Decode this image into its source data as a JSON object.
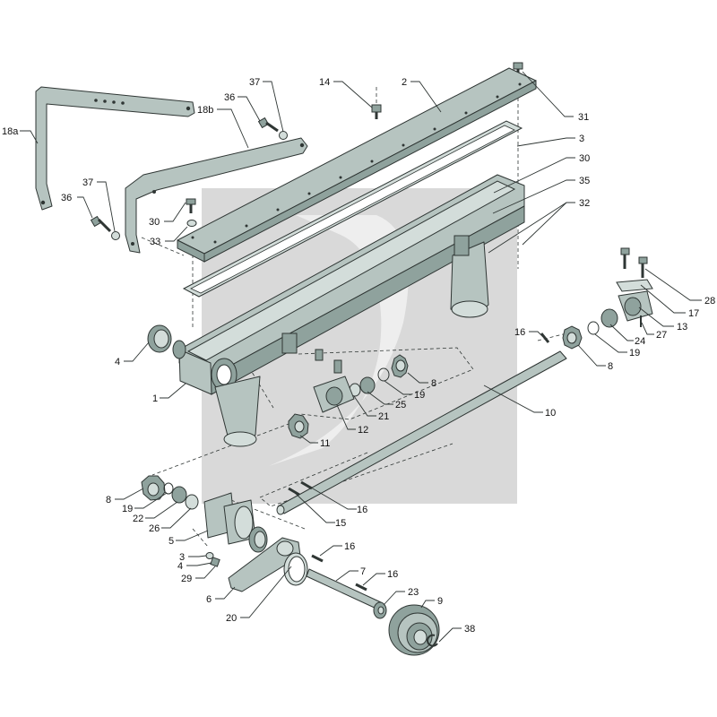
{
  "diagram": {
    "callouts": [
      {
        "id": "c-18a",
        "text": "18a"
      },
      {
        "id": "c-36a",
        "text": "36"
      },
      {
        "id": "c-37a",
        "text": "37"
      },
      {
        "id": "c-18b",
        "text": "18b"
      },
      {
        "id": "c-36b",
        "text": "36"
      },
      {
        "id": "c-37b",
        "text": "37"
      },
      {
        "id": "c-30a",
        "text": "30"
      },
      {
        "id": "c-33",
        "text": "33"
      },
      {
        "id": "c-14",
        "text": "14"
      },
      {
        "id": "c-2",
        "text": "2"
      },
      {
        "id": "c-31",
        "text": "31"
      },
      {
        "id": "c-3",
        "text": "3"
      },
      {
        "id": "c-30b",
        "text": "30"
      },
      {
        "id": "c-35",
        "text": "35"
      },
      {
        "id": "c-32",
        "text": "32"
      },
      {
        "id": "c-28",
        "text": "28"
      },
      {
        "id": "c-17",
        "text": "17"
      },
      {
        "id": "c-13",
        "text": "13"
      },
      {
        "id": "c-27",
        "text": "27"
      },
      {
        "id": "c-24",
        "text": "24"
      },
      {
        "id": "c-19a",
        "text": "19"
      },
      {
        "id": "c-8a",
        "text": "8"
      },
      {
        "id": "c-16a",
        "text": "16"
      },
      {
        "id": "c-4a",
        "text": "4"
      },
      {
        "id": "c-1",
        "text": "1"
      },
      {
        "id": "c-8b",
        "text": "8"
      },
      {
        "id": "c-19b",
        "text": "19"
      },
      {
        "id": "c-25",
        "text": "25"
      },
      {
        "id": "c-21",
        "text": "21"
      },
      {
        "id": "c-12",
        "text": "12"
      },
      {
        "id": "c-11",
        "text": "11"
      },
      {
        "id": "c-10",
        "text": "10"
      },
      {
        "id": "c-8c",
        "text": "8"
      },
      {
        "id": "c-19c",
        "text": "19"
      },
      {
        "id": "c-22",
        "text": "22"
      },
      {
        "id": "c-26",
        "text": "26"
      },
      {
        "id": "c-5",
        "text": "5"
      },
      {
        "id": "c-3b",
        "text": "3"
      },
      {
        "id": "c-4b",
        "text": "4"
      },
      {
        "id": "c-29",
        "text": "29"
      },
      {
        "id": "c-6",
        "text": "6"
      },
      {
        "id": "c-16b",
        "text": "16"
      },
      {
        "id": "c-15",
        "text": "15"
      },
      {
        "id": "c-16c",
        "text": "16"
      },
      {
        "id": "c-16d",
        "text": "16"
      },
      {
        "id": "c-7",
        "text": "7"
      },
      {
        "id": "c-20",
        "text": "20"
      },
      {
        "id": "c-23",
        "text": "23"
      },
      {
        "id": "c-9",
        "text": "9"
      },
      {
        "id": "c-38",
        "text": "38"
      }
    ]
  },
  "colors": {
    "part_fill": "#b6c4c0",
    "part_dark": "#8fa29d",
    "outline": "#2f3634",
    "watermark": "#9a9a9a"
  }
}
